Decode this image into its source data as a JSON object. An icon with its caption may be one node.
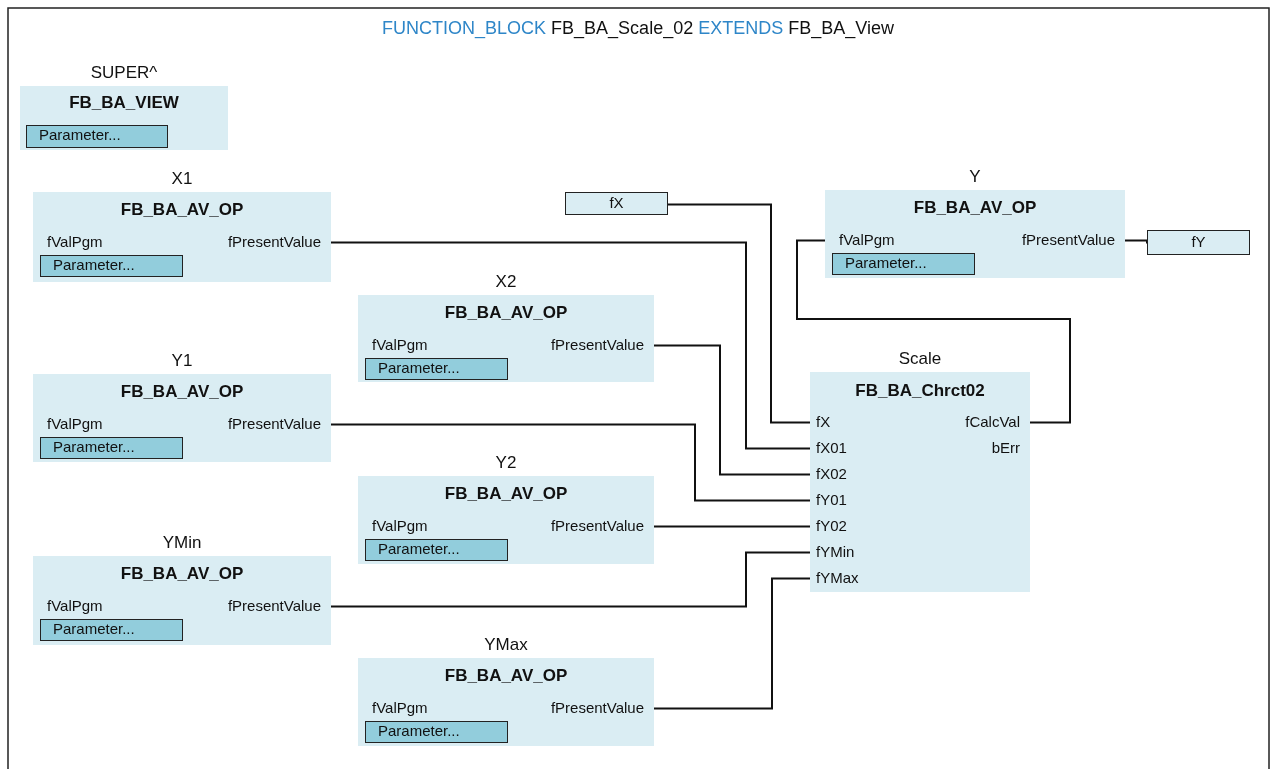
{
  "diagram": {
    "title": "FUNCTION_BLOCK FB_BA_Scale_02 EXTENDS FB_BA_View",
    "nodes": [
      {
        "text": [
          "SUPER^",
          "FB_BA_VIEW",
          "Parameter..."
        ]
      },
      {
        "text": [
          "X1",
          "FB_BA_AV_OP",
          "fValPgm",
          "fPresentValue",
          "Parameter..."
        ]
      },
      {
        "text": [
          "fX"
        ]
      },
      {
        "text": [
          "Y",
          "FB_BA_AV_OP",
          "fValPgm",
          "fPresentValue",
          "Parameter..."
        ]
      },
      {
        "text": [
          "fY"
        ]
      },
      {
        "text": [
          "X2",
          "FB_BA_AV_OP",
          "fValPgm",
          "fPresentValue",
          "Parameter..."
        ]
      },
      {
        "text": [
          "Y1",
          "FB_BA_AV_OP",
          "fValPgm",
          "fPresentValue",
          "Parameter..."
        ]
      },
      {
        "text": [
          "Scale",
          "FB_BA_Chrct02",
          "fX",
          "fX01",
          "fX02",
          "fY01",
          "fY02",
          "fYMin",
          "fYMax",
          "fCalcVal",
          "bErr"
        ]
      },
      {
        "text": [
          "Y2",
          "FB_BA_AV_OP",
          "fValPgm",
          "fPresentValue",
          "Parameter..."
        ]
      },
      {
        "text": [
          "YMin",
          "FB_BA_AV_OP",
          "fValPgm",
          "fPresentValue",
          "Parameter..."
        ]
      },
      {
        "text": [
          "YMax",
          "FB_BA_AV_OP",
          "fValPgm",
          "fPresentValue",
          "Parameter..."
        ]
      }
    ],
    "edges": [
      {
        "from": 2,
        "to": 7,
        "arrow": "none"
      },
      {
        "from": 1,
        "to": 7,
        "arrow": "none"
      },
      {
        "from": 5,
        "to": 7,
        "arrow": "none"
      },
      {
        "from": 6,
        "to": 7,
        "arrow": "none"
      },
      {
        "from": 8,
        "to": 7,
        "arrow": "none"
      },
      {
        "from": 9,
        "to": 7,
        "arrow": "none"
      },
      {
        "from": 10,
        "to": 7,
        "arrow": "none"
      },
      {
        "from": 7,
        "to": 3,
        "arrow": "none"
      },
      {
        "from": 3,
        "to": 4,
        "arrow": "none"
      }
    ]
  }
}
